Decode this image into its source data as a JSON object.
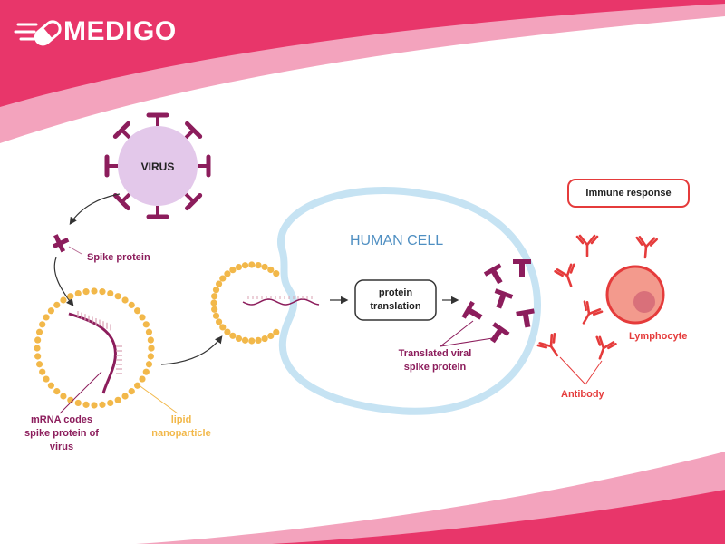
{
  "brand": {
    "name": "MEDIGO",
    "icon": "pill-speed-icon"
  },
  "colors": {
    "brand_pink": "#e8366a",
    "light_pink": "#f3a3bd",
    "virus_fill": "#e3c8ea",
    "spike": "#8c1d5c",
    "spike_light": "#b76a93",
    "lipid": "#f2b84a",
    "cell_border": "#c6e3f3",
    "antibody": "#e53b3b",
    "lymphocyte": "#f39a8d",
    "lymphocyte_core": "#d9707a",
    "cell_title": "#4f8fc2"
  },
  "labels": {
    "virus": "VIRUS",
    "spike_protein": "Spike protein",
    "human_cell": "HUMAN CELL",
    "protein_translation": [
      "protein",
      "translation"
    ],
    "translated_spike": [
      "Translated viral",
      "spike protein"
    ],
    "immune_response": "Immune response",
    "lymphocyte": "Lymphocyte",
    "antibody": "Antibody",
    "mrna": [
      "mRNA codes",
      "spike protein of",
      "virus"
    ],
    "lipid": [
      "lipid",
      "nanoparticle"
    ]
  }
}
